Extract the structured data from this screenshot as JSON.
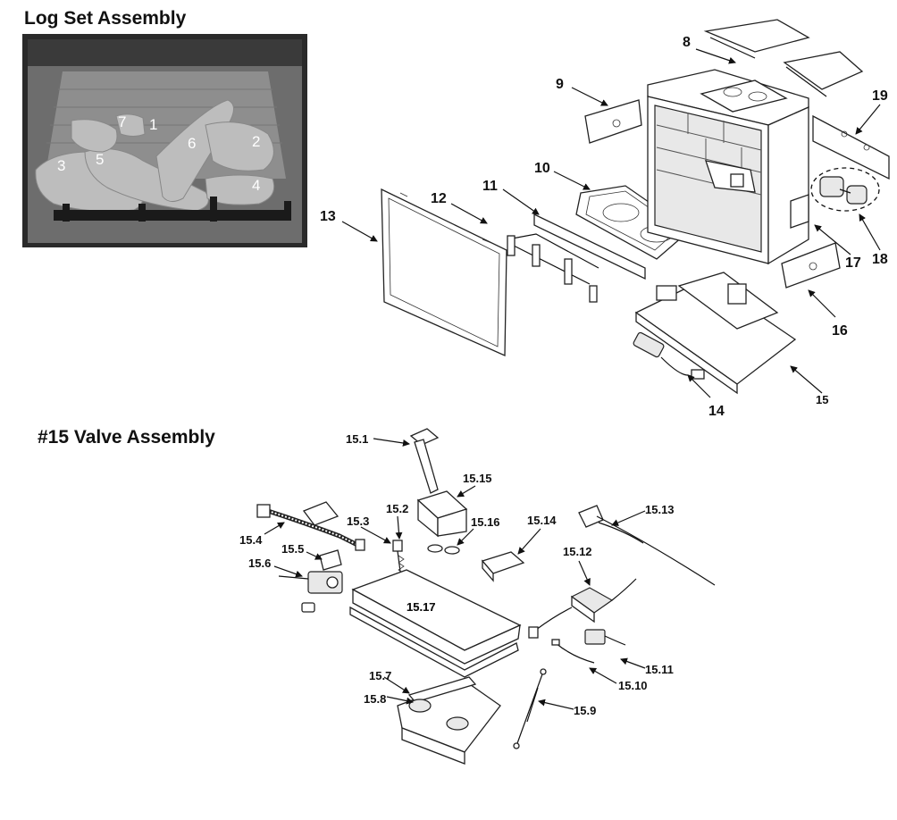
{
  "titles": {
    "log_set": "Log Set Assembly",
    "valve": "#15  Valve Assembly"
  },
  "log_photo_labels": [
    "1",
    "2",
    "3",
    "4",
    "5",
    "6",
    "7"
  ],
  "main_callouts": [
    "8",
    "9",
    "10",
    "11",
    "12",
    "13",
    "14",
    "15",
    "16",
    "17",
    "18",
    "19"
  ],
  "valve_callouts": [
    "15.1",
    "15.2",
    "15.3",
    "15.4",
    "15.5",
    "15.6",
    "15.7",
    "15.8",
    "15.9",
    "15.10",
    "15.11",
    "15.12",
    "15.13",
    "15.14",
    "15.15",
    "15.16",
    "15.17"
  ]
}
